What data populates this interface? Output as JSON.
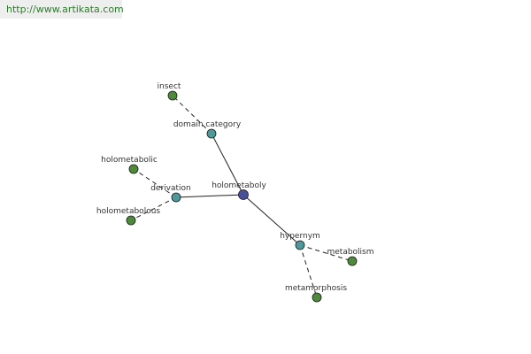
{
  "site_url": "http://www.artikata.com",
  "colors": {
    "center_node": "#4a4f9a",
    "relation_node": "#4e9a9a",
    "leaf_node": "#4f8a3c",
    "edge": "#222222",
    "link_text": "#2f7a2f"
  },
  "graph": {
    "nodes": [
      {
        "id": "holometaboly",
        "label": "holometaboly",
        "kind": "center"
      },
      {
        "id": "domain_category",
        "label": "domain category",
        "kind": "relation"
      },
      {
        "id": "derivation",
        "label": "derivation",
        "kind": "relation"
      },
      {
        "id": "hypernym",
        "label": "hypernym",
        "kind": "relation"
      },
      {
        "id": "insect",
        "label": "insect",
        "kind": "leaf"
      },
      {
        "id": "holometabolic",
        "label": "holometabolic",
        "kind": "leaf"
      },
      {
        "id": "holometabolous",
        "label": "holometabolous",
        "kind": "leaf"
      },
      {
        "id": "metabolism",
        "label": "metabolism",
        "kind": "leaf"
      },
      {
        "id": "metamorphosis",
        "label": "metamorphosis",
        "kind": "leaf"
      }
    ],
    "edges": [
      {
        "from": "holometaboly",
        "to": "domain_category",
        "style": "solid"
      },
      {
        "from": "holometaboly",
        "to": "derivation",
        "style": "solid"
      },
      {
        "from": "holometaboly",
        "to": "hypernym",
        "style": "solid"
      },
      {
        "from": "domain_category",
        "to": "insect",
        "style": "dashed"
      },
      {
        "from": "derivation",
        "to": "holometabolic",
        "style": "dashed"
      },
      {
        "from": "derivation",
        "to": "holometabolous",
        "style": "dashed"
      },
      {
        "from": "hypernym",
        "to": "metabolism",
        "style": "dashed"
      },
      {
        "from": "hypernym",
        "to": "metamorphosis",
        "style": "dashed"
      }
    ]
  }
}
